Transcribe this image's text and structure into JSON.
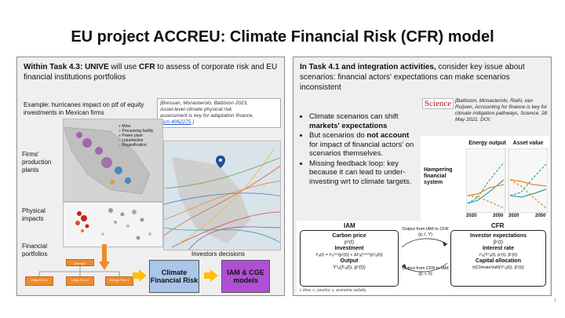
{
  "slide": {
    "title": "EU project ACCREU: Climate Financial Risk (CFR) model",
    "page_mark": "1"
  },
  "left": {
    "header_bold": "Within Task 4.3: UNIVE",
    "header_mid": " will use ",
    "header_cfr": "CFR",
    "header_rest": " to assess of corporate risk and EU financial institutions portfolios",
    "example": "Example: hurricanes impact on ptf of equity investments in Mexican firms",
    "citation_line1": "[Bressan, Monasterolo, Battiston 2023,",
    "citation_line2": "Asset-level climate physical risk",
    "citation_line3": "assessment is key for adaptation finance,",
    "citation_link": "ssrn 4062275",
    "citation_end": " ]",
    "row_labels": [
      "Firms' production plants",
      "Physical impacts",
      "Financial portfolios"
    ],
    "legend": [
      "Mine",
      "Processing facility",
      "Power plant",
      "Liquefaction",
      "Regasification"
    ],
    "investors_label": "Investors decisions",
    "org_top": "Investor",
    "org_children": [
      "Utility Firm 1",
      "Utility Firm 2",
      "Energy Firm 1"
    ],
    "cfr_box": "Climate Financial Risk",
    "iam_box": "IAM & CGE models"
  },
  "right": {
    "header_bold": "In Task 4.1 and integration activities,",
    "header_rest": " consider key issue about scenarios: financial actors' expectations can make scenarios inconsistent",
    "bullet1_a": "Climate scenarios can shift ",
    "bullet1_b": "markets' expectations",
    "bullet2_a": "But scenarios do ",
    "bullet2_b": "not account",
    "bullet2_c": " for impact of financial actors' on scenarios themselves.",
    "bullet3": "Missing feedback loop: key because it can lead to under-investing wrt to climate targets.",
    "science_logo": "Science",
    "citation": "[Battiston, Monasterolo, Riahi, van Ruijven, Accounting for finance is key for climate mitigation pathways, Science, 28 May 2021. DOI:",
    "chart_label": "Hampering financial system",
    "energy_title": "Energy output",
    "asset_title": "Asset value",
    "x_ticks": [
      "2020",
      "2050",
      "2020",
      "2050"
    ],
    "iam_title": "IAM",
    "cfr_title": "CFR",
    "carbon_price": "Carbon price",
    "carbon_price_f": "pᶜ(t)",
    "investment": "Investment",
    "investment_f": "Iᶜₐ(t) = Iᶜₐᶜᵉᶜ(pᶜ(t)) + ΔIᶜₐ(ᶜᵒᶜᵐ)(rᶜₐ(t))",
    "output": "Output",
    "output_f": "Yᶜₐ(Iᶜₐ(t), pᶜ(t))",
    "expectations": "Investor expectations",
    "expectations_f": "βᶜ(t)",
    "interest": "Interest rate",
    "interest_f": "rᶜₐ(Yᶜₐ(t), pᶜ(t), βᶜ(t))",
    "capital": "Capital allocation",
    "capital_f": "h(ClimateVaR(Yᶜₐ(t)), βᶜ(t))",
    "arrow_top": "Output from IAM to CFR (p, I, Y)",
    "arrow_bottom": "Output from CFR to IAM (β, r, h)",
    "footnote": "t, time; c, country; s, economic activity."
  },
  "colors": {
    "orange": "#ef8b2c",
    "cfr_box": "#a9c7ea",
    "iam_box": "#b04fd6",
    "arrow": "#ffc000",
    "teal": "#2aa7a8",
    "orange_line": "#e8872a"
  }
}
